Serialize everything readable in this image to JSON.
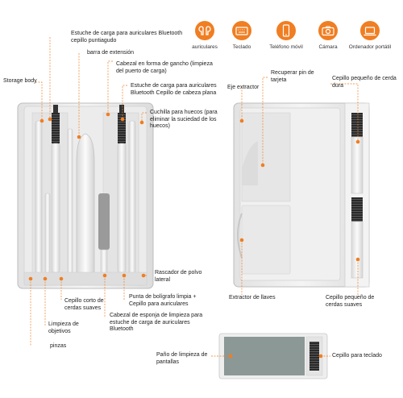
{
  "icons": [
    {
      "name": "earbuds-icon",
      "label": "auriculares"
    },
    {
      "name": "keyboard-icon",
      "label": "Teclado"
    },
    {
      "name": "phone-icon",
      "label": "Teléfono móvil"
    },
    {
      "name": "camera-icon",
      "label": "Cámara"
    },
    {
      "name": "laptop-icon",
      "label": "Ordenador portátil"
    }
  ],
  "left_labels": {
    "case_pointed": "Estuche de carga para auriculares Bluetooth cepillo puntiagudo",
    "extension_bar": "barra de extensión",
    "storage_body": "Storage body",
    "hook_head": "Cabezal en forma de gancho (limpieza del puerto de carga)",
    "case_flat": "Estuche de carga para auriculares Bluetooth Cepillo de cabeza plana",
    "hole_knife": "Cuchilla para huecos (para eliminar la suciedad de los huecos)",
    "side_scraper": "Rascador de polvo lateral",
    "short_brush": "Cepillo corto de cerdas suaves",
    "pen_point": "Punta de bolígrafo limpia + Cepillo para auriculares",
    "lens_clean": "Limpieza de objetivos",
    "sponge_head": "Cabezal de esponja de limpieza para estuche de carga de auriculares Bluetooth",
    "tweezers": "pinzas"
  },
  "right_labels": {
    "card_pin": "Recuperar pin de tarjeta",
    "ejector": "Eje extractor",
    "hard_brush": "Cepillo pequeño de cerda dura",
    "key_puller": "Extractor de llaves",
    "soft_brush": "Cepillo pequeño de cerdas suaves"
  },
  "bottom_labels": {
    "screen_cloth": "Paño de limpieza de pantallas",
    "keyboard_brush": "Cepillo para teclado"
  },
  "colors": {
    "accent": "#f07e22",
    "body": "#eeeeee",
    "line": "#f07e22"
  }
}
